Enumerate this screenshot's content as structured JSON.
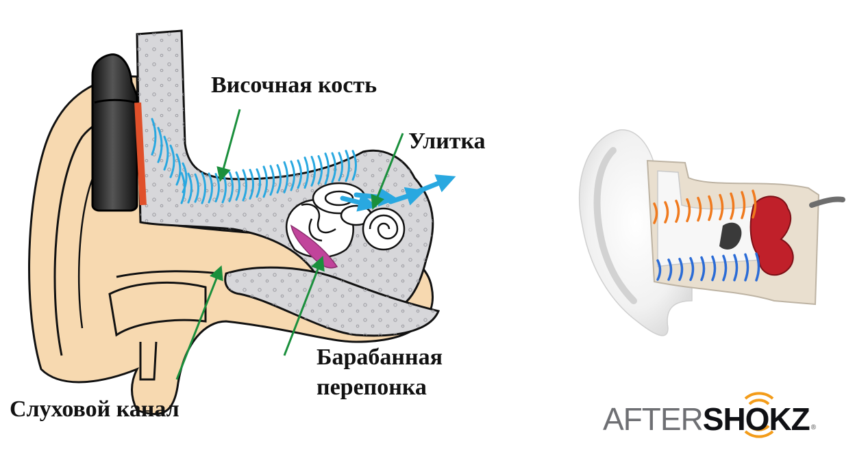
{
  "labels": {
    "temporal_bone": "Височная кость",
    "cochlea": "Улитка",
    "eardrum_line1": "Барабанная",
    "eardrum_line2": "перепонка",
    "ear_canal": "Слуховой канал"
  },
  "brand": {
    "part1": "AFTER",
    "part2": "SHOKZ",
    "registered": "®"
  },
  "colors": {
    "skin": "#f7d9b0",
    "bone": "#d7d7da",
    "bone_outline": "#111111",
    "vibration_wave": "#29a8e0",
    "arrow": "#1a8f3c",
    "transducer": "#2b2b2b",
    "contact_pad": "#e0502a",
    "eardrum": "#c1449b",
    "sound_orange": "#f07a1e",
    "sound_blue": "#2a6bd6",
    "inner_ear_red": "#c0202a",
    "brand_orange": "#f39c1a"
  }
}
